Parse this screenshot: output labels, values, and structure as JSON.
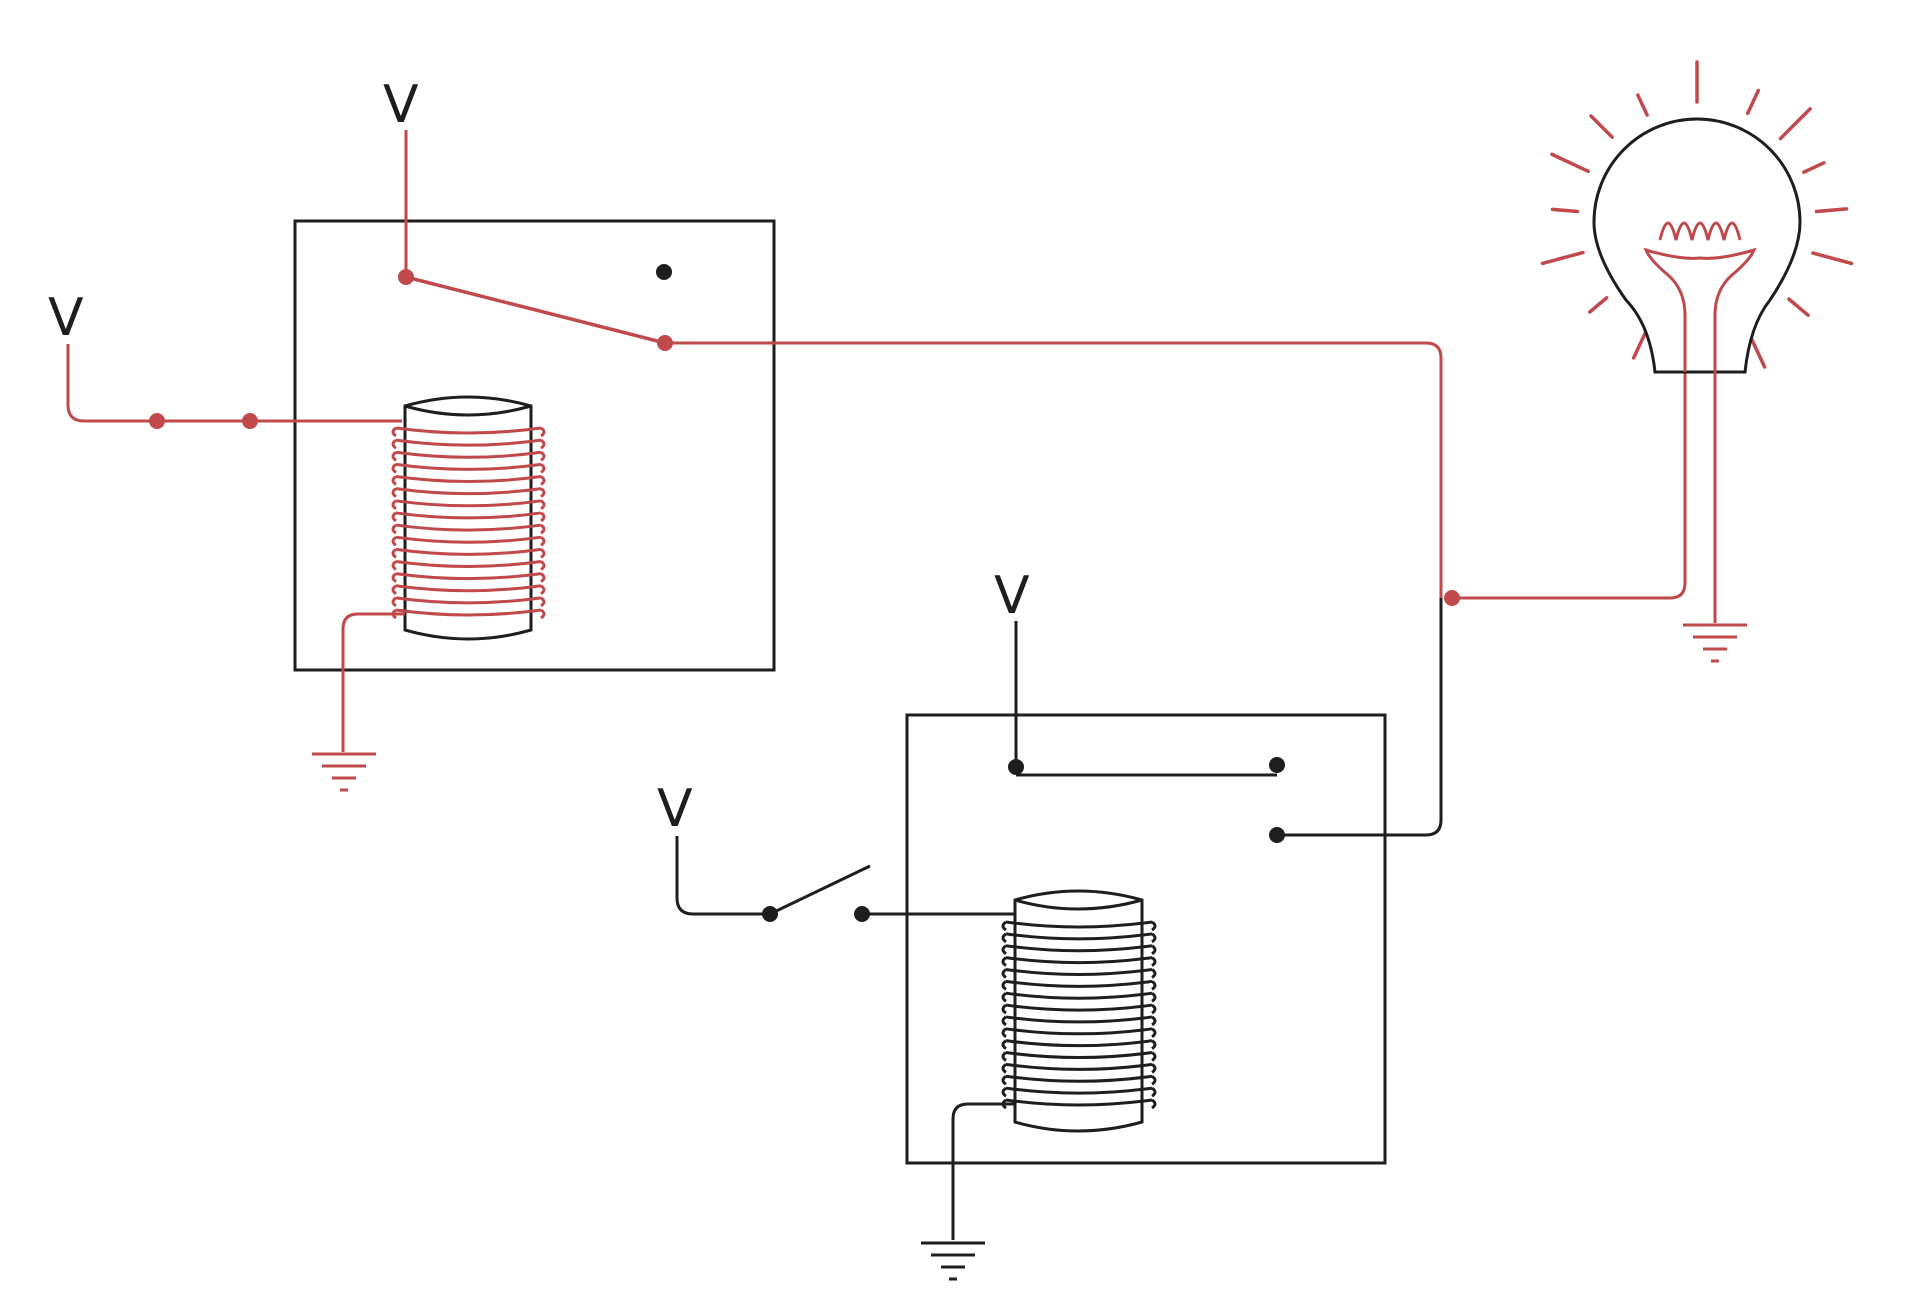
{
  "colors": {
    "energized": "#c0494b",
    "unenergized": "#1e1e1e"
  },
  "labels": {
    "v_relay1_switch": "V",
    "v_relay1_input": "V",
    "v_relay2_switch": "V",
    "v_relay2_input": "V"
  }
}
